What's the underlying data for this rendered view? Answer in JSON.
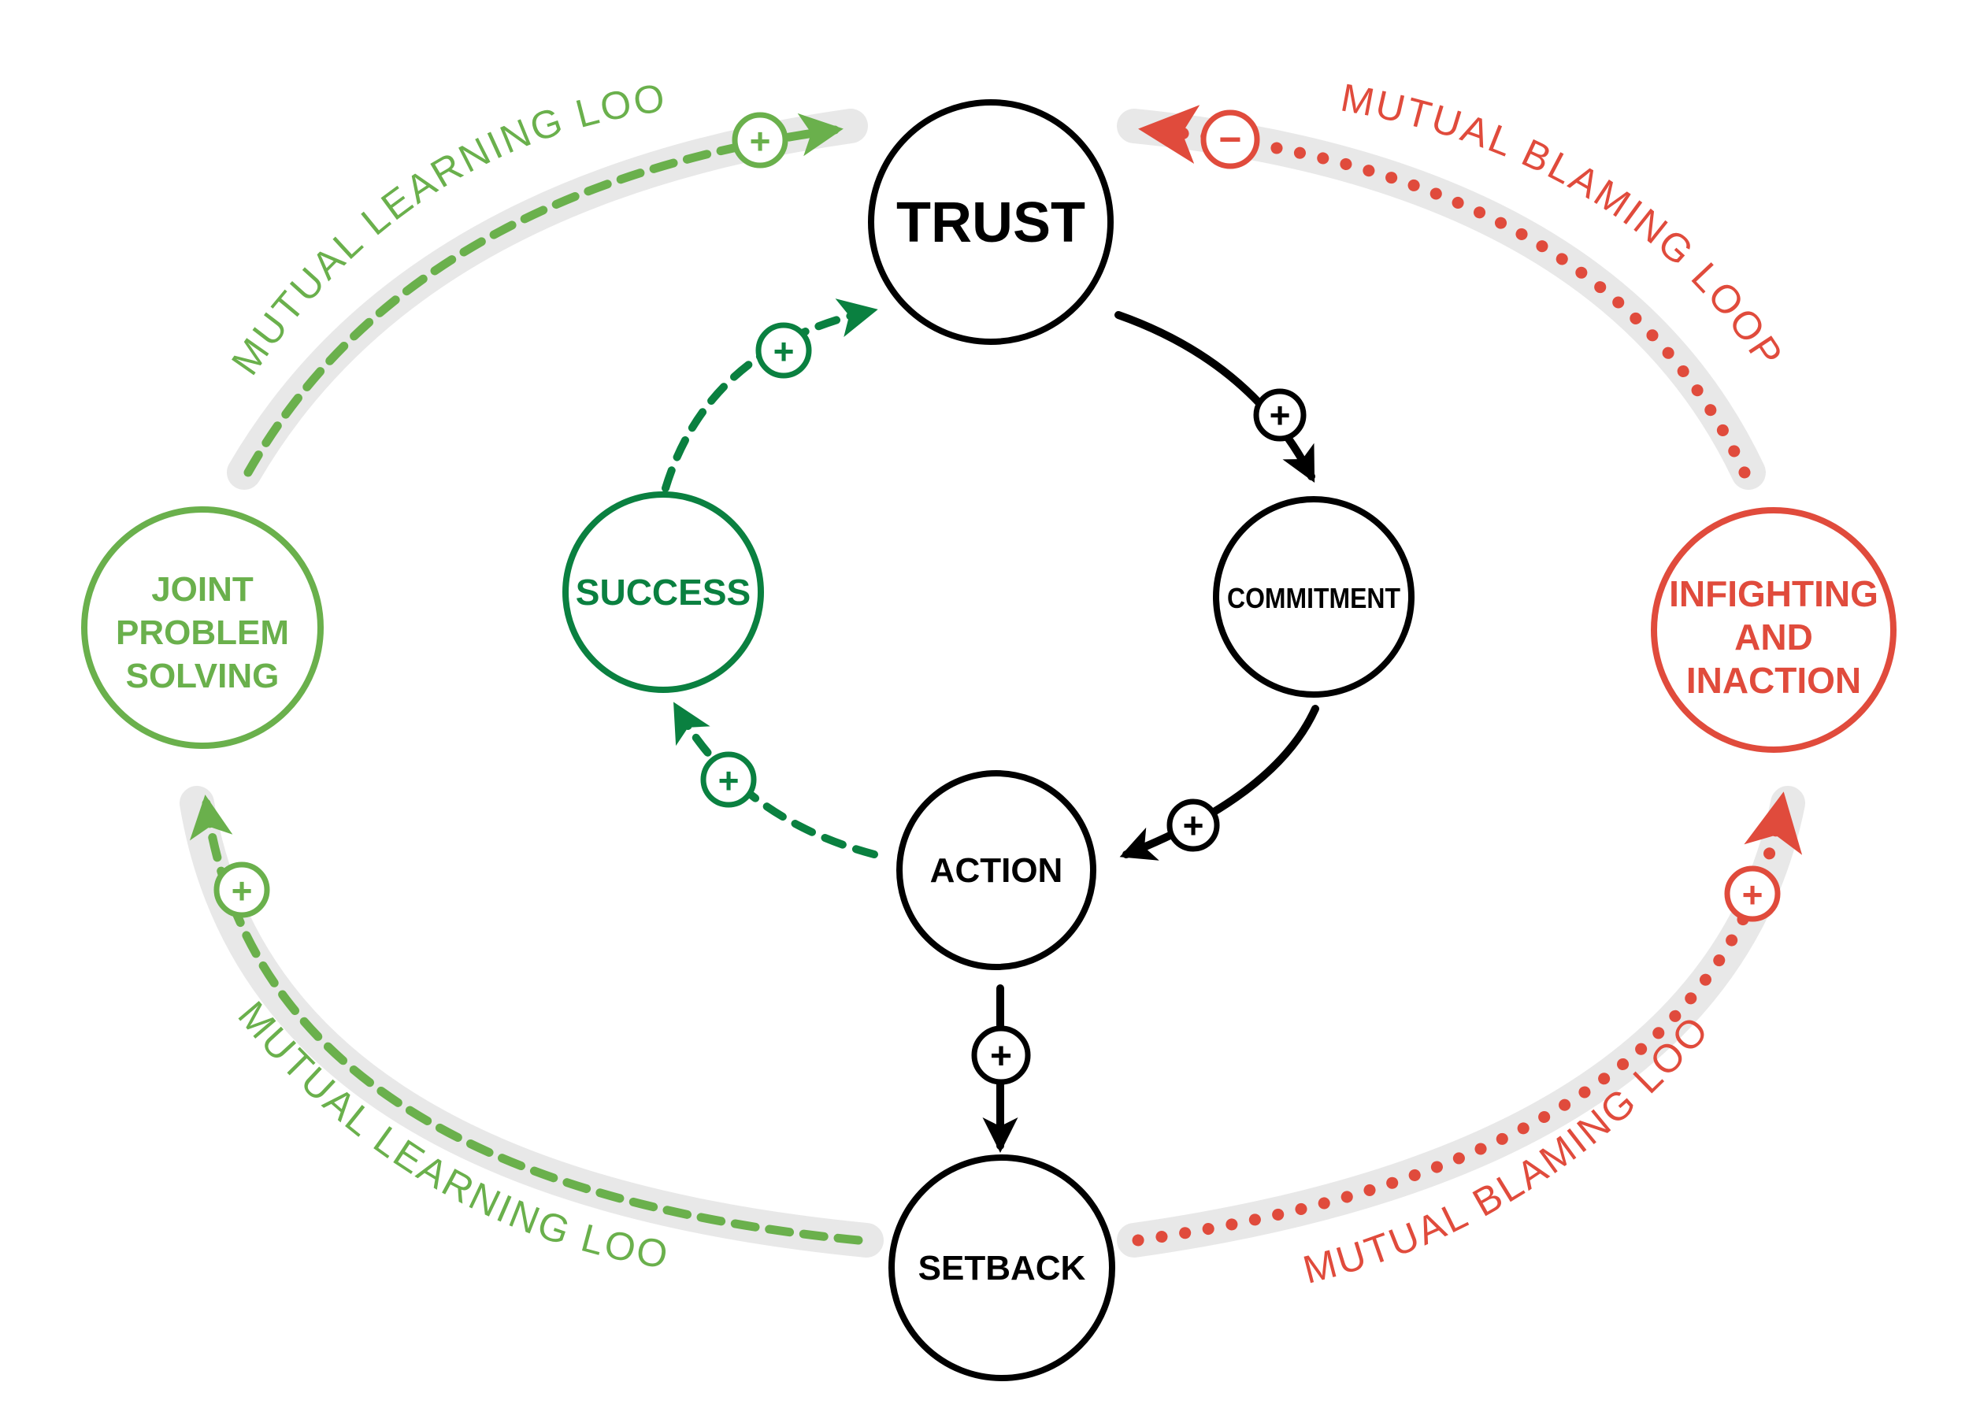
{
  "colors": {
    "black": "#000000",
    "dark_green": "#0a8040",
    "light_green": "#6ab04c",
    "red": "#e04b3c",
    "track_gray": "#e8e8e8"
  },
  "nodes": {
    "trust": "TRUST",
    "commitment": "COMMITMENT",
    "action": "ACTION",
    "setback": "SETBACK",
    "success": "SUCCESS",
    "joint": [
      "JOINT",
      "PROBLEM",
      "SOLVING"
    ],
    "infighting": [
      "INFIGHTING",
      "AND",
      "INACTION"
    ]
  },
  "loops": {
    "learning_top": "MUTUAL LEARNING LOOP",
    "learning_bottom": "MUTUAL LEARNING LOOP",
    "blaming_top": "MUTUAL BLAMING LOOP",
    "blaming_bottom": "MUTUAL BLAMING LOOP"
  },
  "polarity": {
    "trust_to_commitment": "+",
    "commitment_to_action": "+",
    "action_to_setback": "+",
    "action_to_success": "+",
    "success_to_trust": "+",
    "joint_to_trust": "+",
    "setback_to_joint": "+",
    "setback_to_infighting": "+",
    "infighting_to_trust": "−"
  }
}
